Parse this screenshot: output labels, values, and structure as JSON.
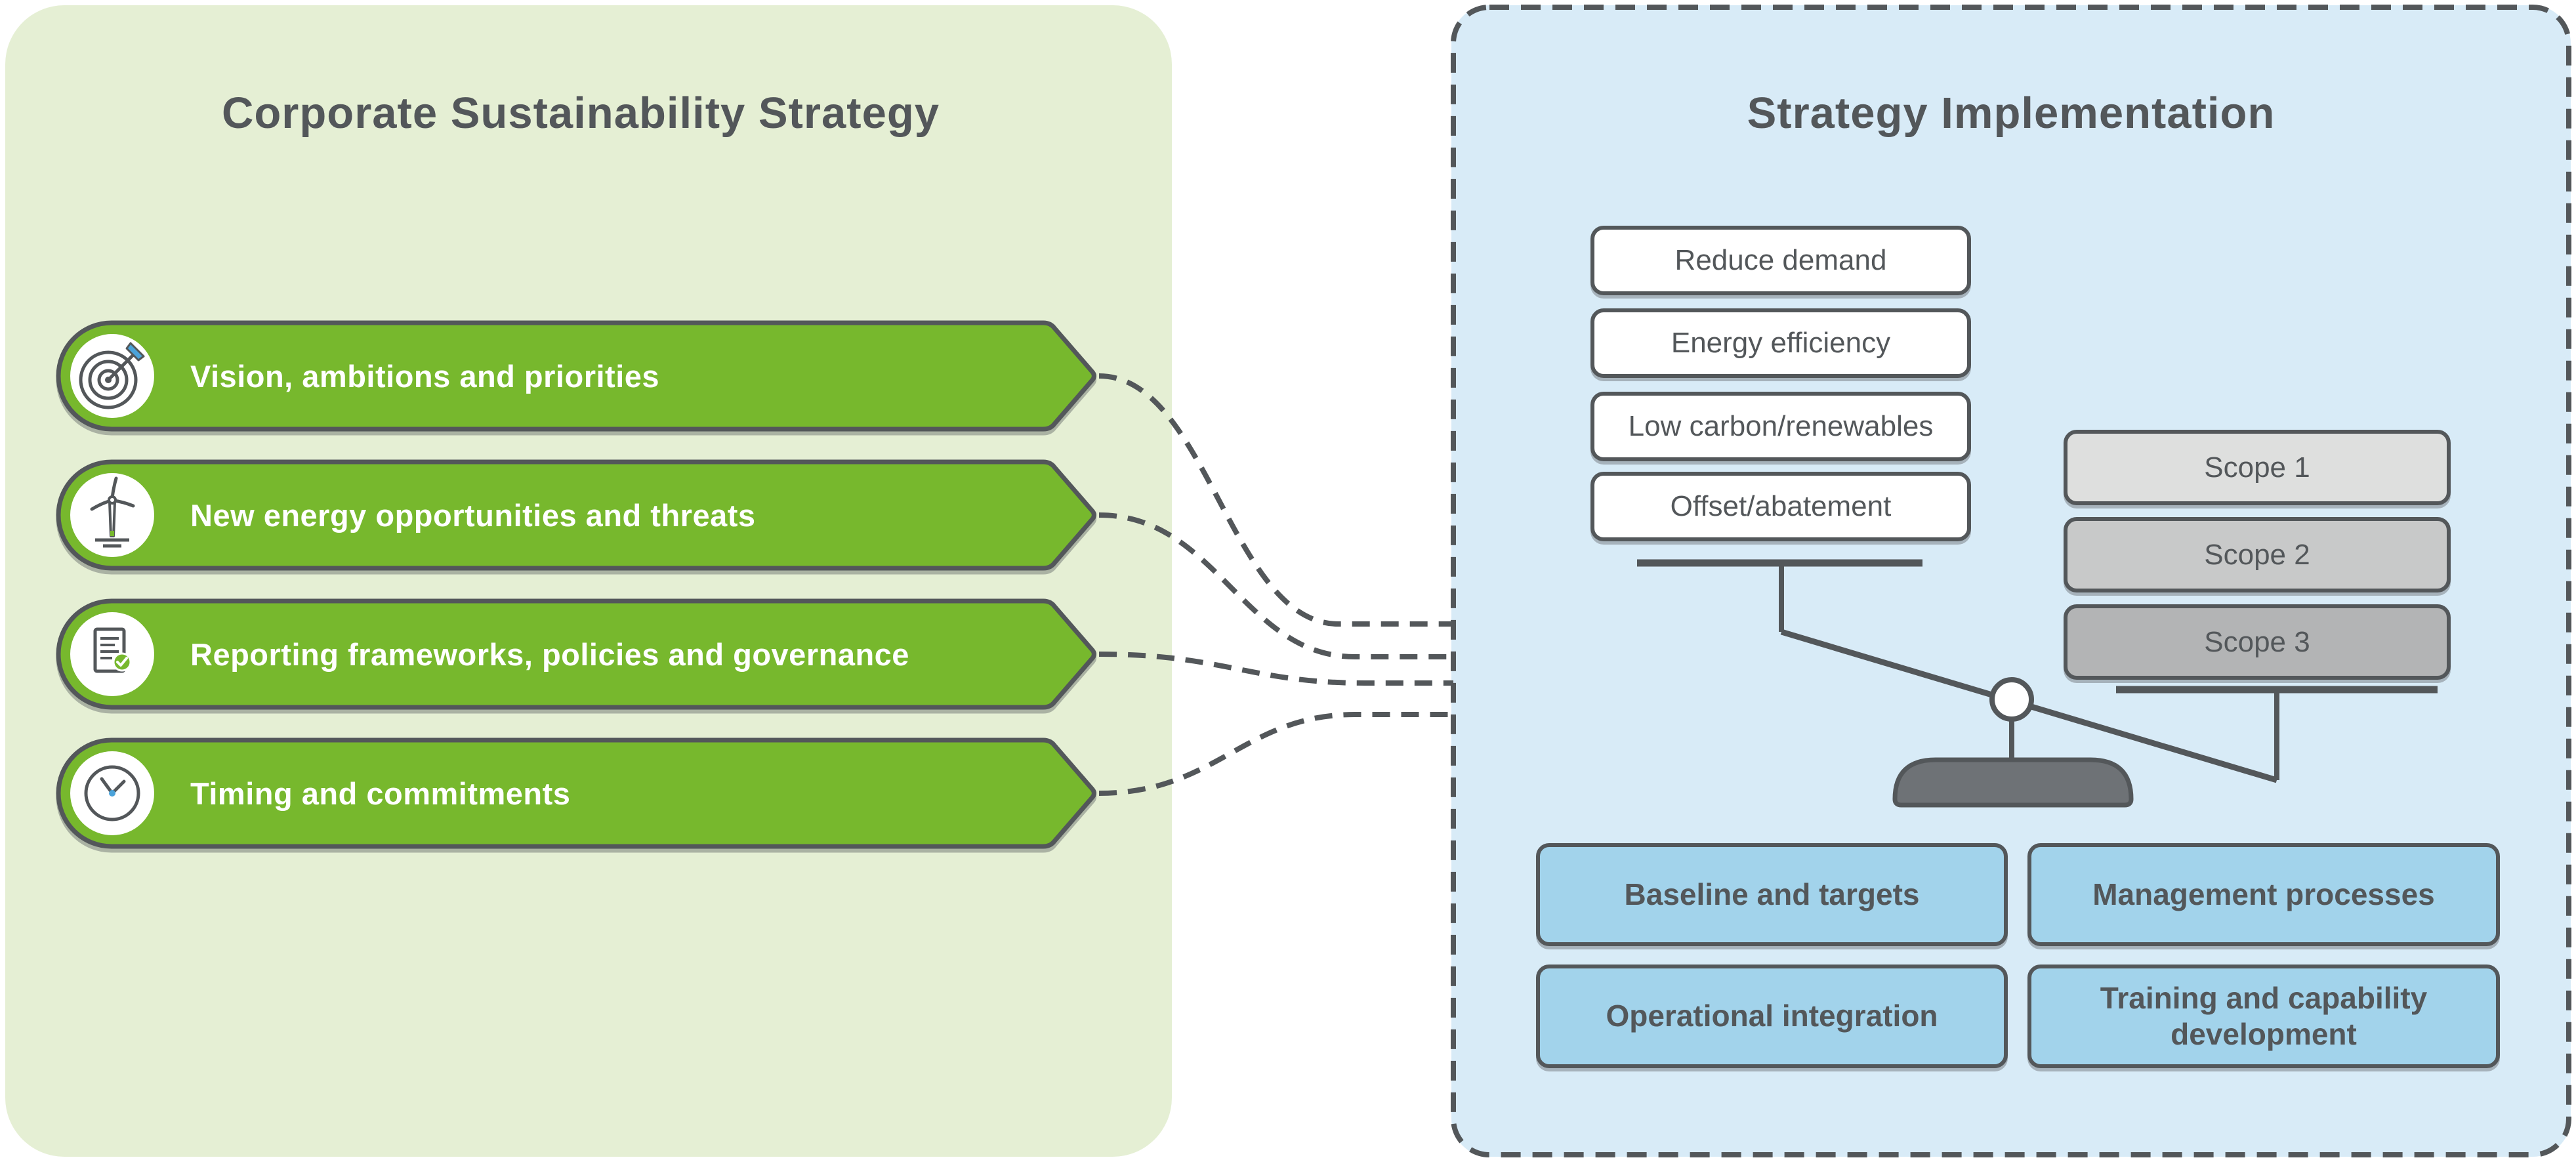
{
  "left_panel": {
    "title": "Corporate Sustainability Strategy",
    "items": [
      {
        "label": "Vision, ambitions and priorities",
        "icon": "target-icon"
      },
      {
        "label": "New energy opportunities and threats",
        "icon": "wind-turbine-icon"
      },
      {
        "label": "Reporting frameworks, policies and governance",
        "icon": "report-checklist-icon"
      },
      {
        "label": "Timing and commitments",
        "icon": "clock-icon"
      }
    ]
  },
  "right_panel": {
    "title": "Strategy Implementation",
    "levers": [
      "Reduce demand",
      "Energy efficiency",
      "Low carbon/renewables",
      "Offset/abatement"
    ],
    "scopes": [
      "Scope 1",
      "Scope 2",
      "Scope 3"
    ],
    "foundations": [
      "Baseline and targets",
      "Management processes",
      "Operational integration",
      "Training and capability development"
    ]
  },
  "colors": {
    "dark_gray": "#53575A",
    "green": "#77B82D",
    "left_panel_bg": "#E5EFD4",
    "right_panel_bg": "#D8EBF7",
    "foundation_blue": "#A2D3EB",
    "scope1_gray": "#DEDFDE",
    "scope2_gray": "#C8C9C9",
    "scope3_gray": "#B3B4B5",
    "pedestal_gray": "#6E7276",
    "accent_blue": "#4BA3DA"
  }
}
